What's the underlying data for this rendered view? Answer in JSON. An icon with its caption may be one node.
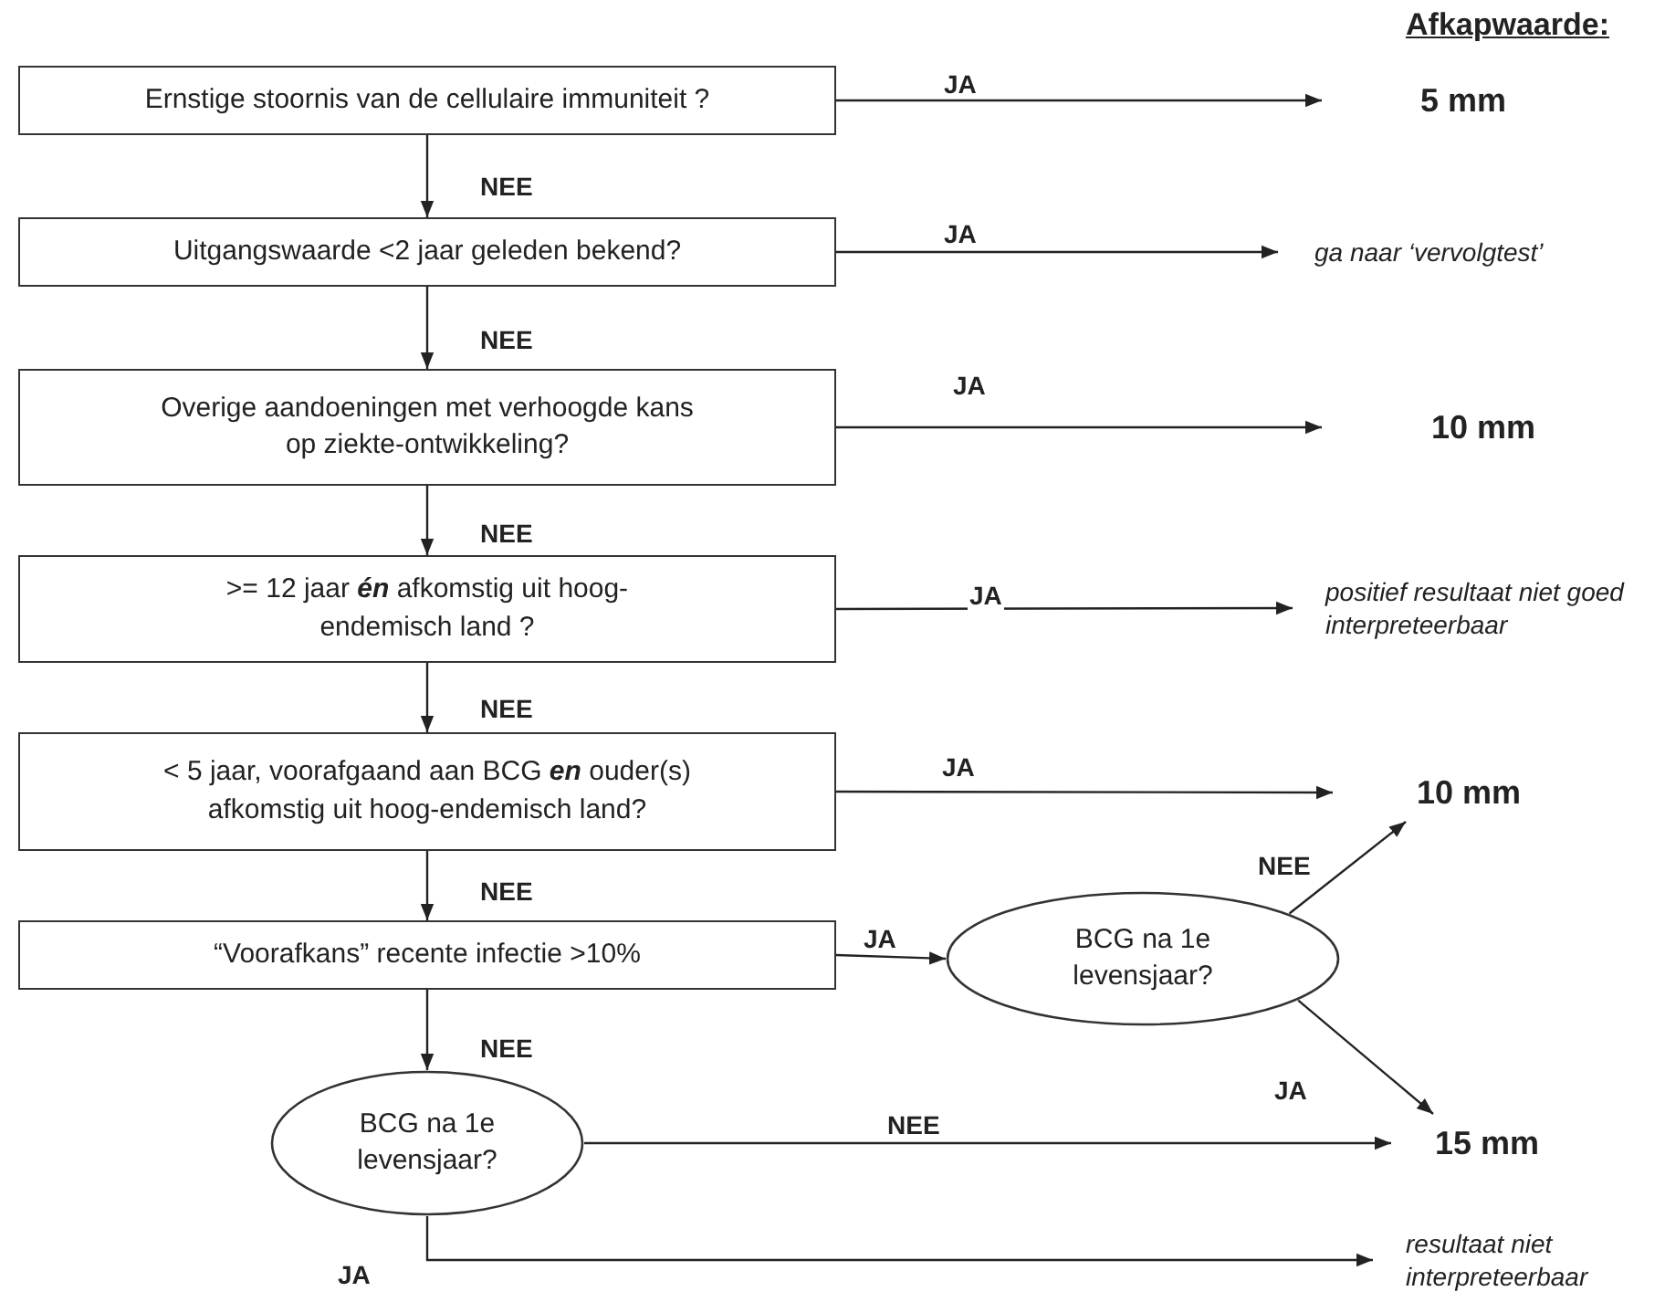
{
  "diagram": {
    "nodes": [
      {
        "text": [
          "Ernstige stoornis van de cellulaire immuniteit ?"
        ]
      },
      {
        "text": [
          "Uitgangswaarde <2 jaar geleden bekend?"
        ]
      },
      {
        "text": [
          "Overige aandoeningen met verhoogde kans op ziekte-ontwikkeling?"
        ]
      },
      {
        "text": [
          ">= 12 jaar *én* afkomstig uit hoog-endemisch land ?"
        ]
      },
      {
        "text": [
          "< 5 jaar, voorafgaand aan BCG *en* ouder(s) afkomstig uit hoog-endemisch land?"
        ]
      },
      {
        "text": [
          "“Voorafkans” recente infectie >10%"
        ]
      },
      {
        "text": [
          "BCG na 1e levensjaar?"
        ]
      },
      {
        "text": [
          "BCG na 1e levensjaar?"
        ]
      },
      {
        "text": [
          "5 mm"
        ]
      },
      {
        "text": [
          "ga naar ‘vervolgtest’"
        ]
      },
      {
        "text": [
          "10 mm"
        ]
      },
      {
        "text": [
          "positief resultaat niet goed interpreteerbaar"
        ]
      },
      {
        "text": [
          "10 mm"
        ]
      },
      {
        "text": [
          "15 mm"
        ]
      },
      {
        "text": [
          "resultaat niet interpreteerbaar"
        ]
      }
    ],
    "edges": [
      {
        "from": 0,
        "to": 8,
        "arrow": "to",
        "label": "JA"
      },
      {
        "from": 0,
        "to": 1,
        "arrow": "to",
        "label": "NEE"
      },
      {
        "from": 1,
        "to": 9,
        "arrow": "to",
        "label": "JA"
      },
      {
        "from": 1,
        "to": 2,
        "arrow": "to",
        "label": "NEE"
      },
      {
        "from": 2,
        "to": 10,
        "arrow": "to",
        "label": "JA"
      },
      {
        "from": 2,
        "to": 3,
        "arrow": "to",
        "label": "NEE"
      },
      {
        "from": 3,
        "to": 11,
        "arrow": "to",
        "label": "JA"
      },
      {
        "from": 3,
        "to": 4,
        "arrow": "to",
        "label": "NEE"
      },
      {
        "from": 4,
        "to": 12,
        "arrow": "to",
        "label": "JA"
      },
      {
        "from": 4,
        "to": 5,
        "arrow": "to",
        "label": "NEE"
      },
      {
        "from": 5,
        "to": 6,
        "arrow": "to",
        "label": "JA"
      },
      {
        "from": 5,
        "to": 7,
        "arrow": "to",
        "label": "NEE"
      },
      {
        "from": 6,
        "to": 12,
        "arrow": "to",
        "label": "NEE"
      },
      {
        "from": 6,
        "to": 13,
        "arrow": "to",
        "label": "JA"
      },
      {
        "from": 7,
        "to": 13,
        "arrow": "to",
        "label": "NEE"
      },
      {
        "from": 7,
        "to": 14,
        "arrow": "to",
        "label": "JA"
      }
    ],
    "labels": [
      "Afkapwaarde:"
    ]
  }
}
